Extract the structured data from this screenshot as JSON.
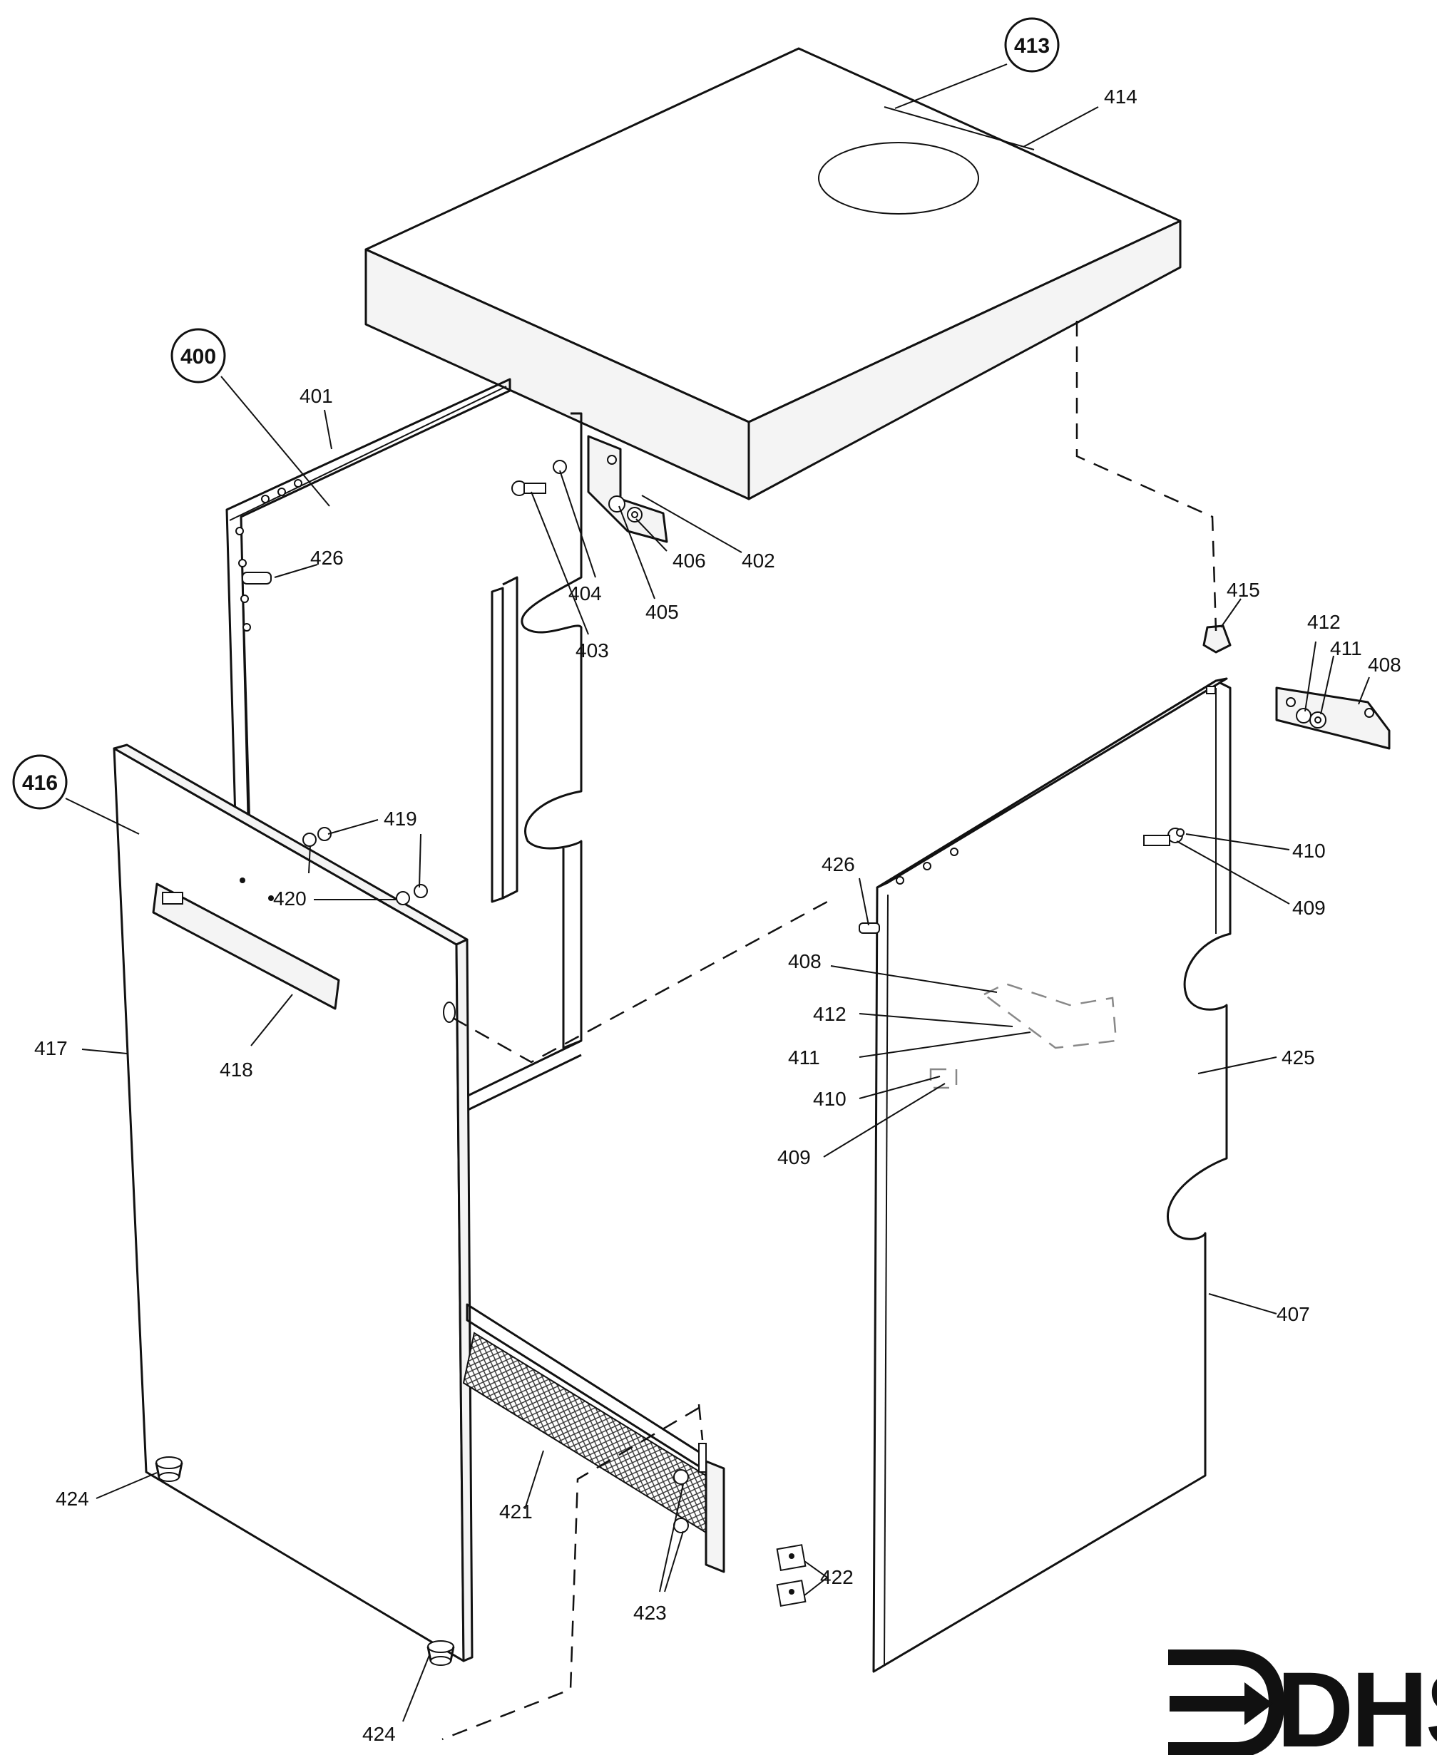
{
  "figure": {
    "type": "exploded parts diagram",
    "callouts_circled": [
      "413",
      "400",
      "416"
    ],
    "callouts": {
      "p413": "413",
      "p414": "414",
      "p400": "400",
      "p401": "401",
      "p426a": "426",
      "p404": "404",
      "p403": "403",
      "p405": "405",
      "p406": "406",
      "p402": "402",
      "p415": "415",
      "p412a": "412",
      "p411a": "411",
      "p408a": "408",
      "p416": "416",
      "p419": "419",
      "p420": "420",
      "p417": "417",
      "p418": "418",
      "p426b": "426",
      "p410a": "410",
      "p409a": "409",
      "p408b": "408",
      "p412b": "412",
      "p411b": "411",
      "p410b": "410",
      "p409b": "409",
      "p425": "425",
      "p407": "407",
      "p424a": "424",
      "p421": "421",
      "p423": "423",
      "p422": "422",
      "p424b": "424"
    }
  },
  "logo": {
    "text": "DHS",
    "icon": "arrow-into-bracket-icon"
  }
}
